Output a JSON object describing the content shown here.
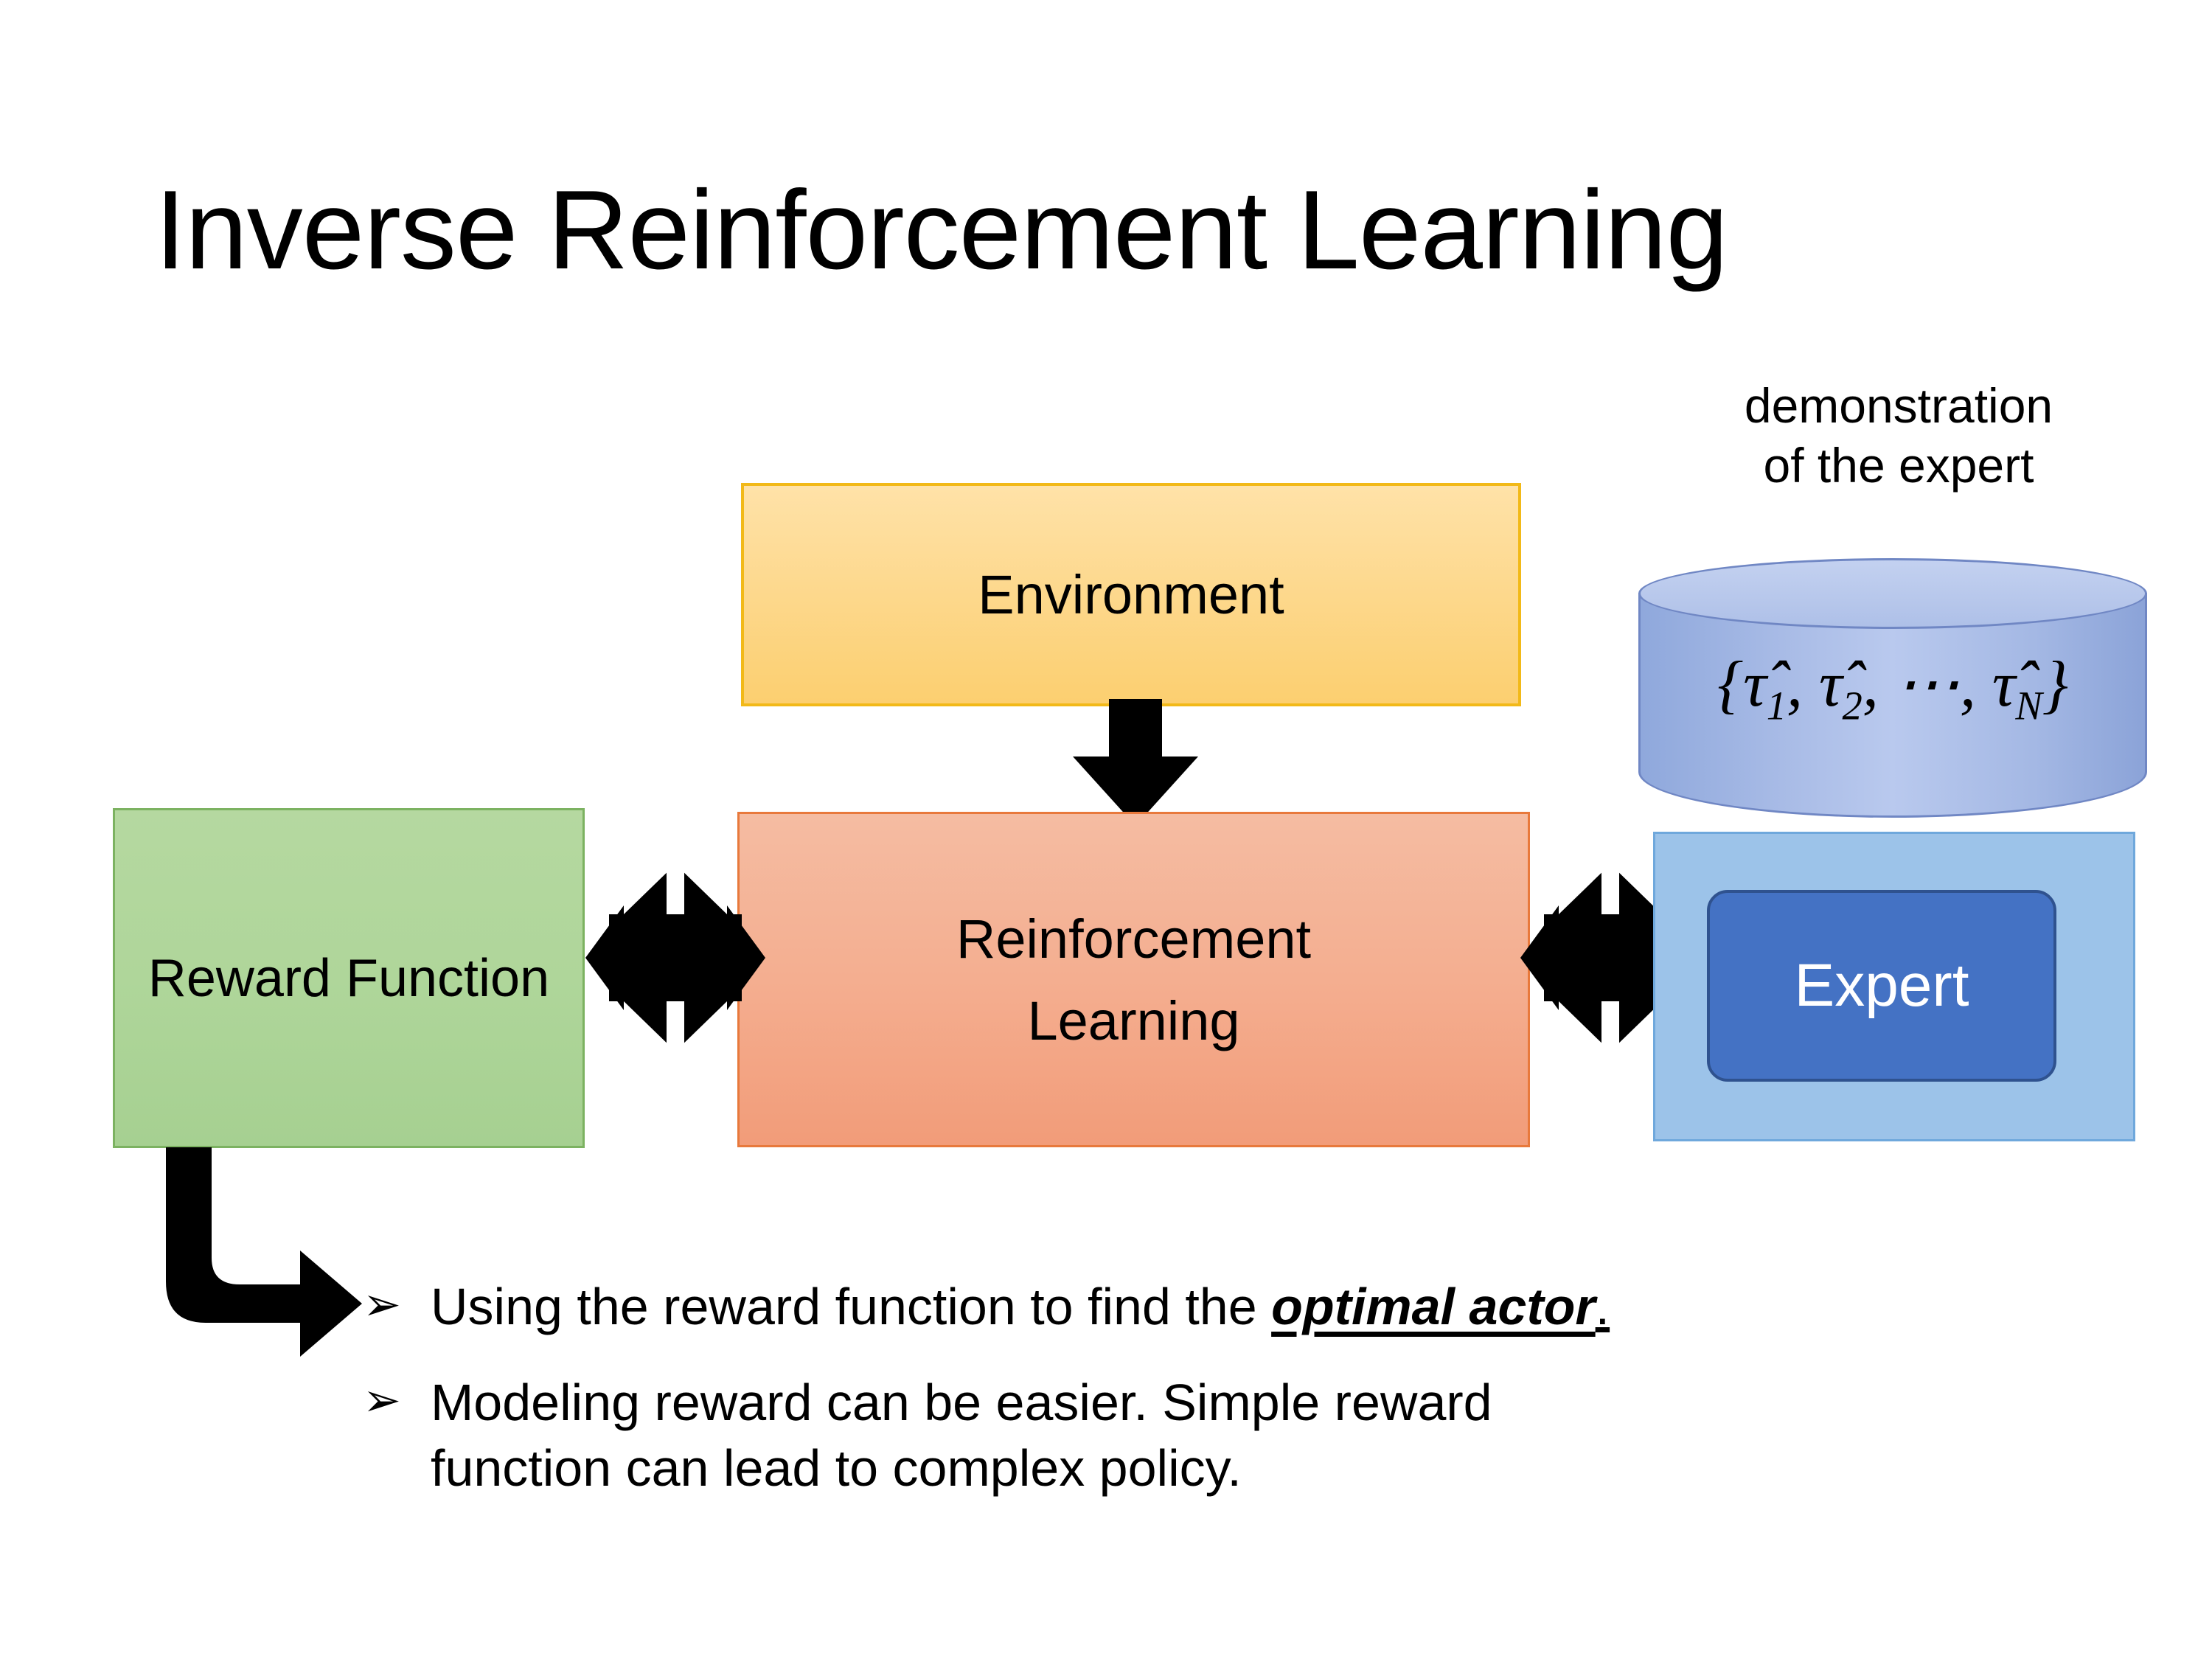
{
  "slide": {
    "title": "Inverse Reinforcement Learning",
    "background_color": "#FFFFFF"
  },
  "diagram": {
    "environment": {
      "label": "Environment",
      "fill_color": "#FDD98F",
      "border_color": "#F2B918"
    },
    "reinforcement_learning": {
      "label_line1": "Reinforcement",
      "label_line2": "Learning",
      "fill_color": "#F4AE90",
      "border_color": "#E8793C"
    },
    "reward_function": {
      "label_line1": "Reward",
      "label_line2": "Function",
      "fill_color": "#AFD69A",
      "border_color": "#7CB261"
    },
    "expert_group": {
      "caption_line1": "demonstration",
      "caption_line2": "of the expert",
      "cylinder_text_prefix": "{τ̂",
      "cylinder_text": "{τ̂1, τ̂2, ⋯, τ̂N}",
      "cylinder_tokens": [
        "{",
        "τ̂",
        "1",
        ", ",
        "τ̂",
        "2",
        ", ⋯, ",
        "τ̂",
        "N",
        "}"
      ],
      "cylinder_fill_color": "#A8BBE6",
      "cylinder_border_color": "#7087C4",
      "backing_rect_color": "#9CC3E9",
      "expert_label": "Expert",
      "expert_fill_color": "#4472C4",
      "expert_text_color": "#FFFFFF"
    },
    "connectors": {
      "environment_to_rl": "down-arrow",
      "reward_to_rl": "quad-arrow",
      "rl_to_expert": "quad-arrow",
      "reward_to_bullet": "elbow-arrow",
      "arrow_color": "#000000"
    }
  },
  "bullets": {
    "marker": "➢",
    "items": [
      {
        "text_before": "Using the reward function to find the ",
        "emphasis": "optimal actor",
        "text_after": "."
      },
      {
        "text_line1": "Modeling reward can be easier. Simple reward",
        "text_line2": "function can lead to complex policy."
      }
    ]
  }
}
